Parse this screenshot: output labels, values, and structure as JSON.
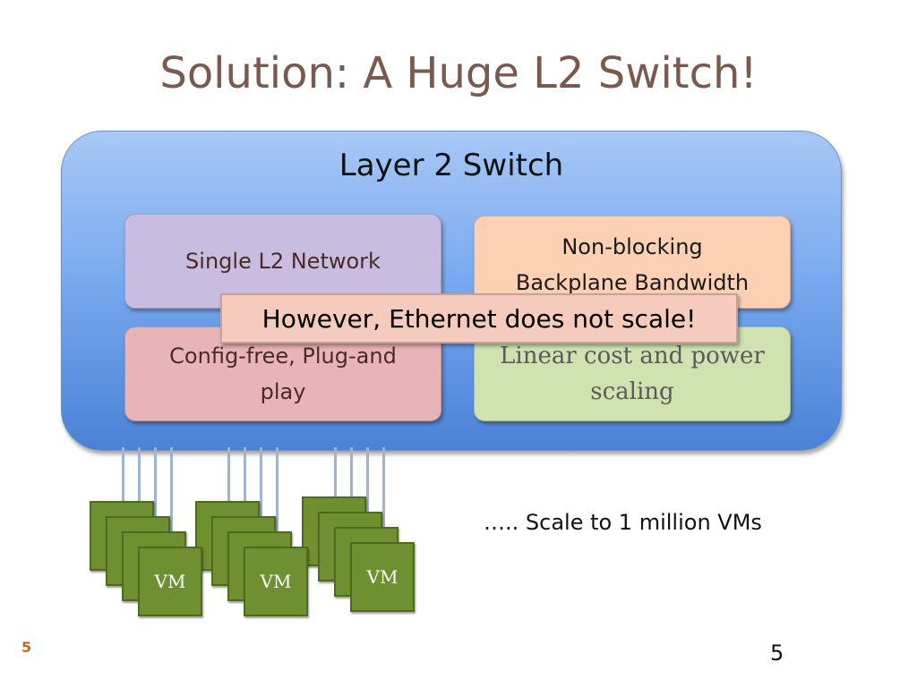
{
  "title": "Solution: A Huge L2 Switch!",
  "switch": {
    "title": "Layer 2 Switch",
    "features": {
      "single_network": "Single L2 Network",
      "bandwidth": "Non-blocking\nBackplane Bandwidth",
      "config_free": "Config-free, Plug-and\nplay",
      "linear_cost": "Linear cost and power\nscaling"
    }
  },
  "callout": "However, Ethernet does not scale!",
  "vm_label": "VM",
  "caption": "….. Scale to 1 million VMs",
  "slide_number_left": "5",
  "slide_number_right": "5",
  "colors": {
    "title": "#7a5a4e",
    "switch_box": "#7aaaf0",
    "vm": "#6e9030"
  }
}
